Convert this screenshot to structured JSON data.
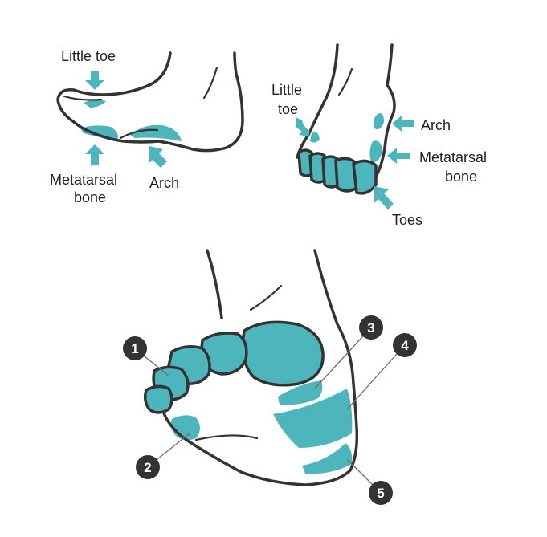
{
  "colors": {
    "accent": "#4db6bc",
    "outline": "#333333",
    "marker": "#333333"
  },
  "side_view": {
    "little_toe": "Little toe",
    "metatarsal_line1": "Metatarsal",
    "metatarsal_line2": "bone",
    "arch": "Arch"
  },
  "front_view": {
    "little_toe_line1": "Little",
    "little_toe_line2": "toe",
    "arch": "Arch",
    "metatarsal_line1": "Metatarsal",
    "metatarsal_line2": "bone",
    "toes": "Toes"
  },
  "sole_view": {
    "markers": [
      "1",
      "2",
      "3",
      "4",
      "5"
    ]
  }
}
